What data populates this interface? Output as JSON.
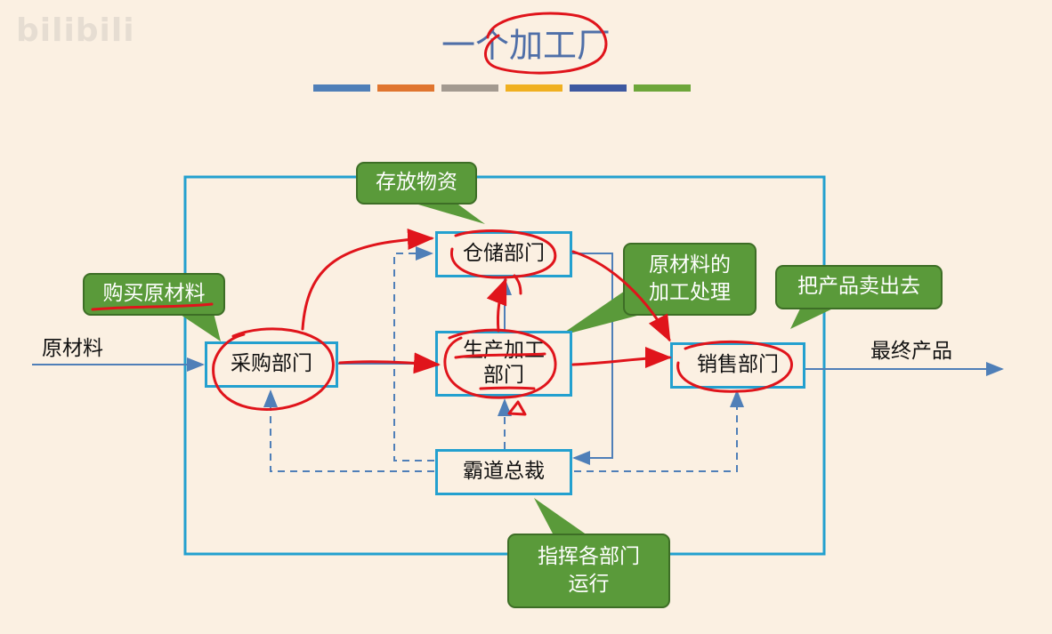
{
  "watermark": "bilibili",
  "title": "一个加工厂",
  "stripe_colors": [
    "#4f7fb8",
    "#e0752f",
    "#a39a90",
    "#f0b020",
    "#3d58a0",
    "#6da63a"
  ],
  "nodes": {
    "purchase": "采购部门",
    "storage": "仓储部门",
    "production_line1": "生产加工",
    "production_line2": "部门",
    "sales": "销售部门",
    "ceo": "霸道总裁"
  },
  "labels": {
    "input": "原材料",
    "output": "最终产品"
  },
  "callouts": {
    "storage": "存放物资",
    "purchase": "购买原材料",
    "production_line1": "原材料的",
    "production_line2": "加工处理",
    "sales": "把产品卖出去",
    "ceo_line1": "指挥各部门",
    "ceo_line2": "运行"
  },
  "colors": {
    "frame": "#23a0cf",
    "arrow": "#4f7fb8",
    "callout": "#5a9a3a",
    "annotation": "#e0141b"
  }
}
